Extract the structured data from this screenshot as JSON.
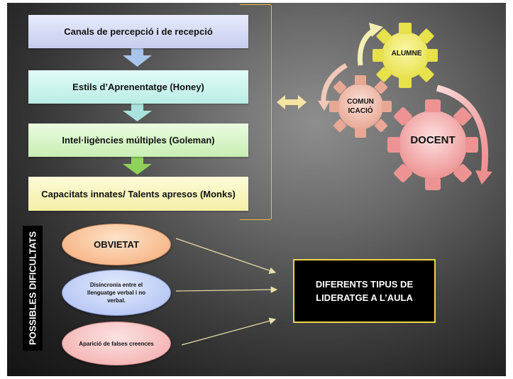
{
  "stages": [
    {
      "label": "Canals de percepció i de recepció"
    },
    {
      "label": "Estils d’Aprenentatge (Honey)"
    },
    {
      "label": "Intel·ligències múltiples (Goleman)"
    },
    {
      "label": "Capacitats innates/ Talents apresos (Monks)"
    }
  ],
  "gears": {
    "alumne": "ALUMNE",
    "comunicacio_line1": "COMUN",
    "comunicacio_line2": "ICACIÓ",
    "docent": "DOCENT"
  },
  "difficulties": {
    "title": "POSSIBLES DIFICULTATS",
    "items": [
      {
        "label": "OBVIETAT"
      },
      {
        "label": "Disincronia entre el llenguatge verbal i no verbal."
      },
      {
        "label": "Aparició de falses creences"
      }
    ]
  },
  "result": {
    "label": "DIFERENTS TIPUS DE LIDERATGE A L’AULA"
  },
  "colors": {
    "stage_arrow": "#a9d3ea",
    "stage_arrow_last": "#8fd25a",
    "double_arrow": "#f6e5a0",
    "gear_alumne": "#f1ec6a",
    "gear_comunicacio": "#f2c1b1",
    "gear_docent": "#f4a9a9",
    "bracket": "#e6c23a",
    "connector": "#e8e0a8"
  }
}
